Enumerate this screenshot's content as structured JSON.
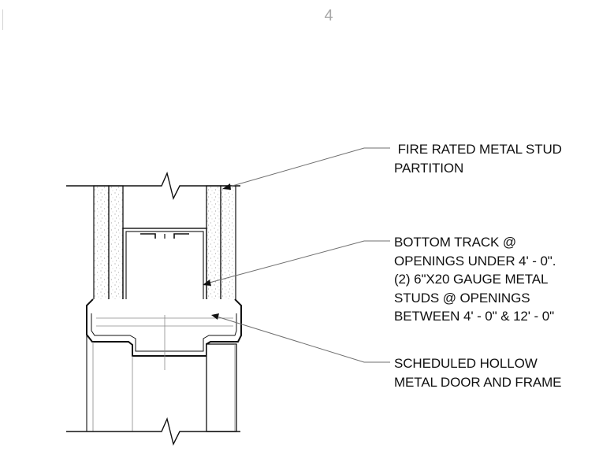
{
  "sheet": {
    "number": "4"
  },
  "callouts": [
    {
      "lines": [
        " FIRE RATED METAL STUD",
        "PARTITION"
      ]
    },
    {
      "lines": [
        "BOTTOM TRACK @",
        "OPENINGS UNDER 4' - 0\".",
        "(2) 6\"X20 GAUGE METAL",
        "STUDS @ OPENINGS",
        "BETWEEN 4' - 0\" & 12' - 0\""
      ]
    },
    {
      "lines": [
        "SCHEDULED HOLLOW",
        "METAL DOOR AND FRAME"
      ]
    }
  ],
  "colors": {
    "linework": "#111111",
    "leader": "#6f6f6f",
    "hatch": "#7a7a7a",
    "sheet_number": "#a8a8a8"
  }
}
